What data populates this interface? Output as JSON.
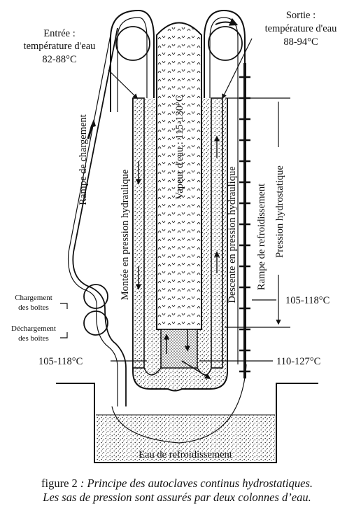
{
  "labels": {
    "entree_title": "Entrée :",
    "entree_line2": "température d'eau",
    "entree_line3": "82-88°C",
    "sortie_title": "Sortie :",
    "sortie_line2": "température d'eau",
    "sortie_line3": "88-94°C",
    "rampe_chargement": "Rampe de chargement",
    "montee": "Montée en pression hydraulique",
    "vapeur": "Vapeur d'eau : 115-130°C",
    "descente": "Descente en pression hydraulique",
    "rampe_refroidissement": "Rampe de refroidissement",
    "pression_hydrostatique": "Pression hydrostatique",
    "temp_105_118_right": "105-118°C",
    "chargement_l1": "Chargement",
    "chargement_l2": "des boîtes",
    "dechargement_l1": "Déchargement",
    "dechargement_l2": "des boîtes",
    "temp_105_118_left": "105-118°C",
    "temp_110_127": "110-127°C",
    "eau_refroidissement": "Eau de refroidissement"
  },
  "caption": {
    "prefix": "figure 2",
    "line1": " : Principe des autoclaves continus hydrostatiques.",
    "line2": "Les sas de pression sont assurés par deux colonnes d’eau."
  }
}
